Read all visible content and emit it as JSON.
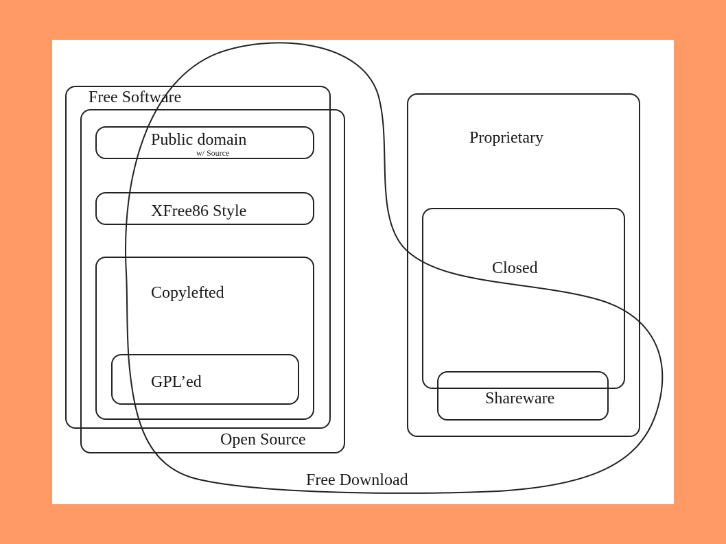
{
  "colors": {
    "background": "#FF9966",
    "panel": "#FFFFFF",
    "stroke": "#222222"
  },
  "labels": {
    "free_software": "Free Software",
    "public_domain": "Public domain",
    "public_domain_note": "w/ Source",
    "xfree86_style": "XFree86 Style",
    "copylefted": "Copylefted",
    "gpled": "GPL’ed",
    "open_source": "Open Source",
    "proprietary": "Proprietary",
    "closed": "Closed",
    "shareware": "Shareware",
    "free_download": "Free Download"
  }
}
